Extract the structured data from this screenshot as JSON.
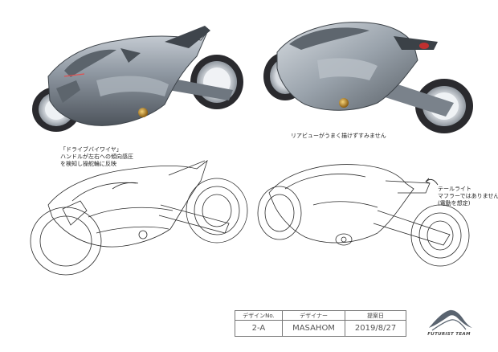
{
  "notes": {
    "rear_view": "リアビューがうまく描けずすみません",
    "drive_by_wire_lines": [
      "「ドライブバイワイヤ」",
      "ハンドルが左右への傾向感圧",
      "を検知し操舵輪に反映"
    ],
    "tail_light_lines": [
      "テールライト",
      "マフラーではありません",
      "(電動を想定)"
    ]
  },
  "title_block": {
    "headers": [
      "デザインNo.",
      "デザイナー",
      "提案日"
    ],
    "values": [
      "2-A",
      "MASAHOM",
      "2019/8/27"
    ]
  },
  "logo": {
    "text": "FUTURIST TEAM",
    "icon": "wave-logo-icon"
  },
  "colors": {
    "body": "#8a929c",
    "tire": "#2a2a2e",
    "accent": "#c8952a",
    "taillight": "#c23030"
  }
}
